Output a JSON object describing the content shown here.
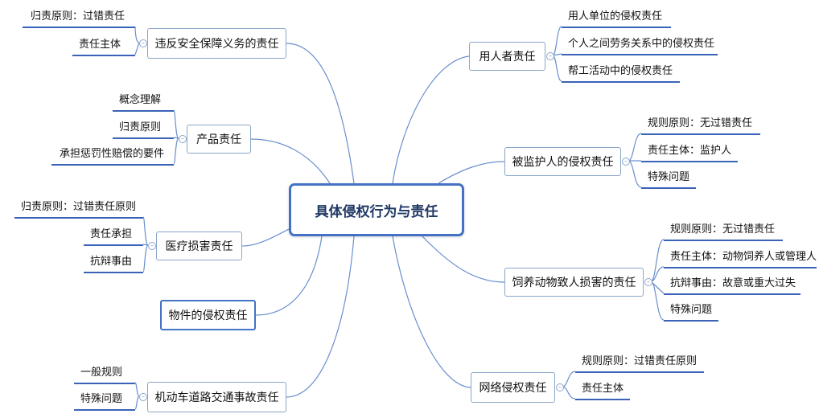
{
  "central": {
    "title": "具体侵权行为与责任"
  },
  "branches": {
    "employer": {
      "title": "用人者责任",
      "children": [
        "用人单位的侵权责任",
        "个人之间劳务关系中的侵权责任",
        "帮工活动中的侵权责任"
      ]
    },
    "guardian": {
      "title": "被监护人的侵权责任",
      "children": [
        "规则原则：无过错责任",
        "责任主体：监护人",
        "特殊问题"
      ]
    },
    "animal": {
      "title": "饲养动物致人损害的责任",
      "children": [
        "规则原则：无过错责任",
        "责任主体：动物饲养人或管理人",
        "抗辩事由：故意或重大过失",
        "特殊问题"
      ]
    },
    "network": {
      "title": "网络侵权责任",
      "children": [
        "规则原则：过错责任原则",
        "责任主体"
      ]
    },
    "security": {
      "title": "违反安全保障义务的责任",
      "children": [
        "归责原则：过错责任",
        "责任主体"
      ]
    },
    "product": {
      "title": "产品责任",
      "children": [
        "概念理解",
        "归责原则",
        "承担惩罚性赔偿的要件"
      ]
    },
    "medical": {
      "title": "医疗损害责任",
      "children": [
        "归责原则：过错责任原则",
        "责任承担",
        "抗辩事由"
      ]
    },
    "object": {
      "title": "物件的侵权责任",
      "children": []
    },
    "traffic": {
      "title": "机动车道路交通事故责任",
      "children": [
        "一般规则",
        "特殊问题"
      ]
    }
  },
  "colors": {
    "connector": "#6a8fcf",
    "leaf_underline": "#3a63b8",
    "center_border": "#4472c4"
  }
}
